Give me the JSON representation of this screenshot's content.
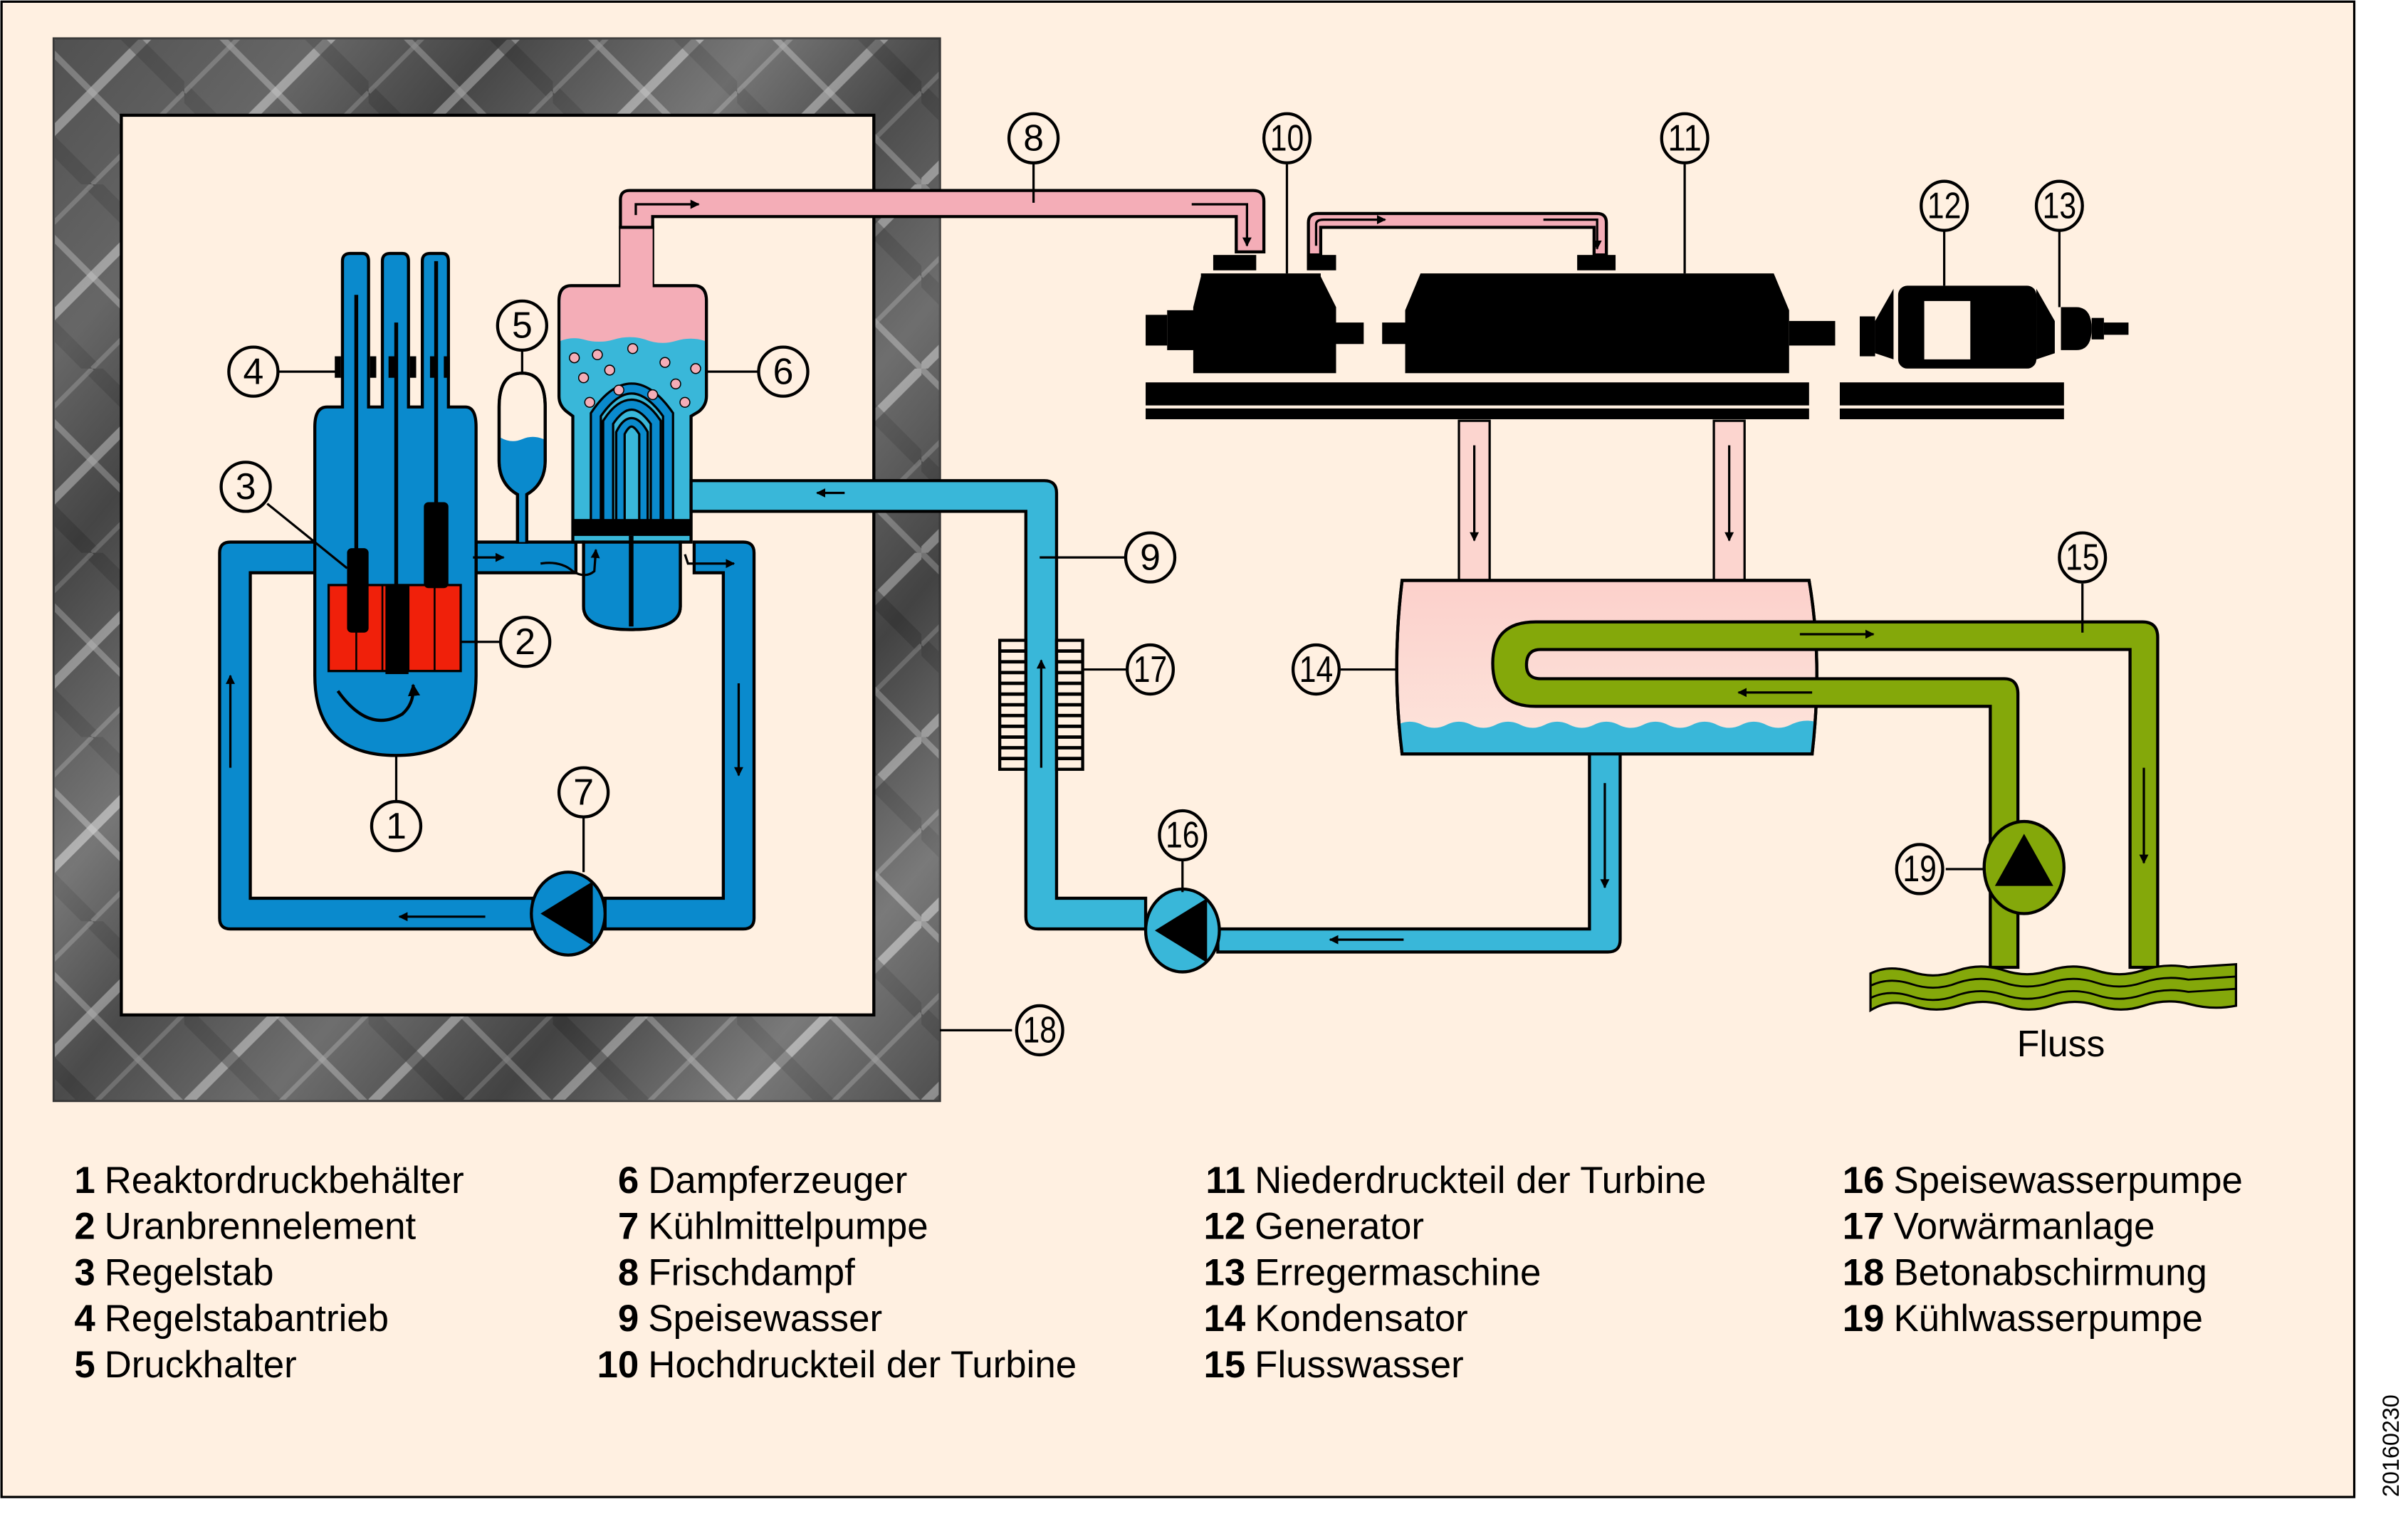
{
  "title": "Druckwasserreaktor – Schema",
  "colors": {
    "background": "#fff0e1",
    "primary_coolant": "#0a8acd",
    "feedwater": "#39b7d9",
    "steam": "#f4adb7",
    "condenser_steam": "#fcd5cf",
    "river_water": "#84a80a",
    "fuel": "#f0200a",
    "concrete": "#3a3a3a"
  },
  "callouts": [
    {
      "id": "1",
      "label": "1"
    },
    {
      "id": "2",
      "label": "2"
    },
    {
      "id": "3",
      "label": "3"
    },
    {
      "id": "4",
      "label": "4"
    },
    {
      "id": "5",
      "label": "5"
    },
    {
      "id": "6",
      "label": "6"
    },
    {
      "id": "7",
      "label": "7"
    },
    {
      "id": "8",
      "label": "8"
    },
    {
      "id": "9",
      "label": "9"
    },
    {
      "id": "10",
      "label": "10"
    },
    {
      "id": "11",
      "label": "11"
    },
    {
      "id": "12",
      "label": "12"
    },
    {
      "id": "13",
      "label": "13"
    },
    {
      "id": "14",
      "label": "14"
    },
    {
      "id": "15",
      "label": "15"
    },
    {
      "id": "16",
      "label": "16"
    },
    {
      "id": "17",
      "label": "17"
    },
    {
      "id": "18",
      "label": "18"
    },
    {
      "id": "19",
      "label": "19"
    }
  ],
  "river_label": "Fluss",
  "legend": [
    {
      "num": "1",
      "text": "Reaktordruckbehälter"
    },
    {
      "num": "2",
      "text": "Uranbrennelement"
    },
    {
      "num": "3",
      "text": "Regelstab"
    },
    {
      "num": "4",
      "text": "Regelstabantrieb"
    },
    {
      "num": "5",
      "text": "Druckhalter"
    },
    {
      "num": "6",
      "text": "Dampferzeuger"
    },
    {
      "num": "7",
      "text": "Kühlmittelpumpe"
    },
    {
      "num": "8",
      "text": "Frischdampf"
    },
    {
      "num": "9",
      "text": "Speisewasser"
    },
    {
      "num": "10",
      "text": "Hochdruckteil der Turbine"
    },
    {
      "num": "11",
      "text": "Niederdruckteil der Turbine"
    },
    {
      "num": "12",
      "text": "Generator"
    },
    {
      "num": "13",
      "text": "Erregermaschine"
    },
    {
      "num": "14",
      "text": "Kondensator"
    },
    {
      "num": "15",
      "text": "Flusswasser"
    },
    {
      "num": "16",
      "text": "Speisewasserpumpe"
    },
    {
      "num": "17",
      "text": "Vorwärmanlage"
    },
    {
      "num": "18",
      "text": "Betonabschirmung"
    },
    {
      "num": "19",
      "text": "Kühlwasserpumpe"
    }
  ],
  "stamp": "20160230"
}
